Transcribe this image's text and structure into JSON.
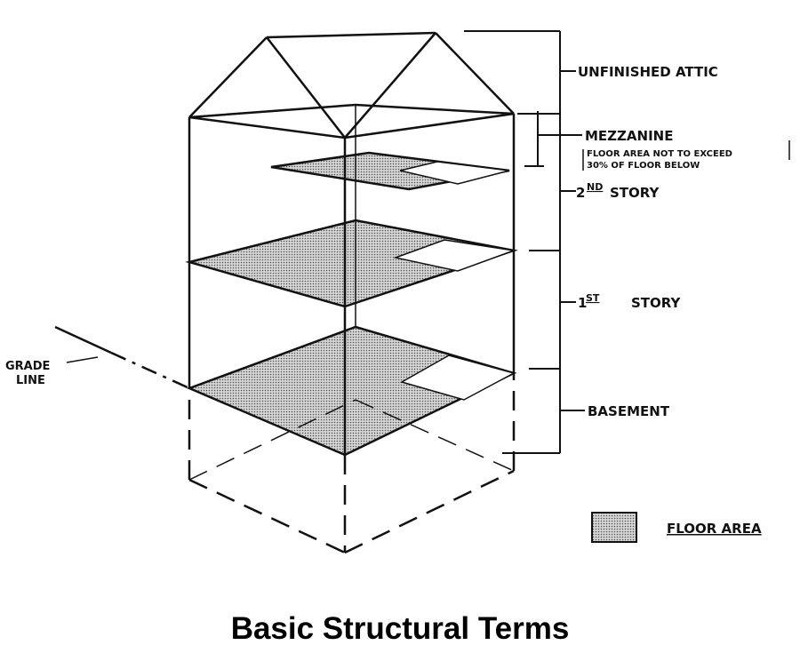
{
  "labels": {
    "attic": "UNFINISHED ATTIC",
    "mezzanine": "MEZZANINE",
    "mezzanine_note_1": "FLOOR AREA NOT TO EXCEED",
    "mezzanine_note_2": "30% OF FLOOR BELOW",
    "second_story_num": "2",
    "second_story_sup": "ND",
    "second_story": "STORY",
    "first_story_num": "1",
    "first_story_sup": "ST",
    "first_story": "STORY",
    "basement": "BASEMENT",
    "grade_line_1": "GRADE",
    "grade_line_2": "LINE"
  },
  "legend": {
    "floor_area": "FLOOR AREA",
    "swatch_color": "#b8b8b8"
  },
  "title": "Basic Structural Terms"
}
